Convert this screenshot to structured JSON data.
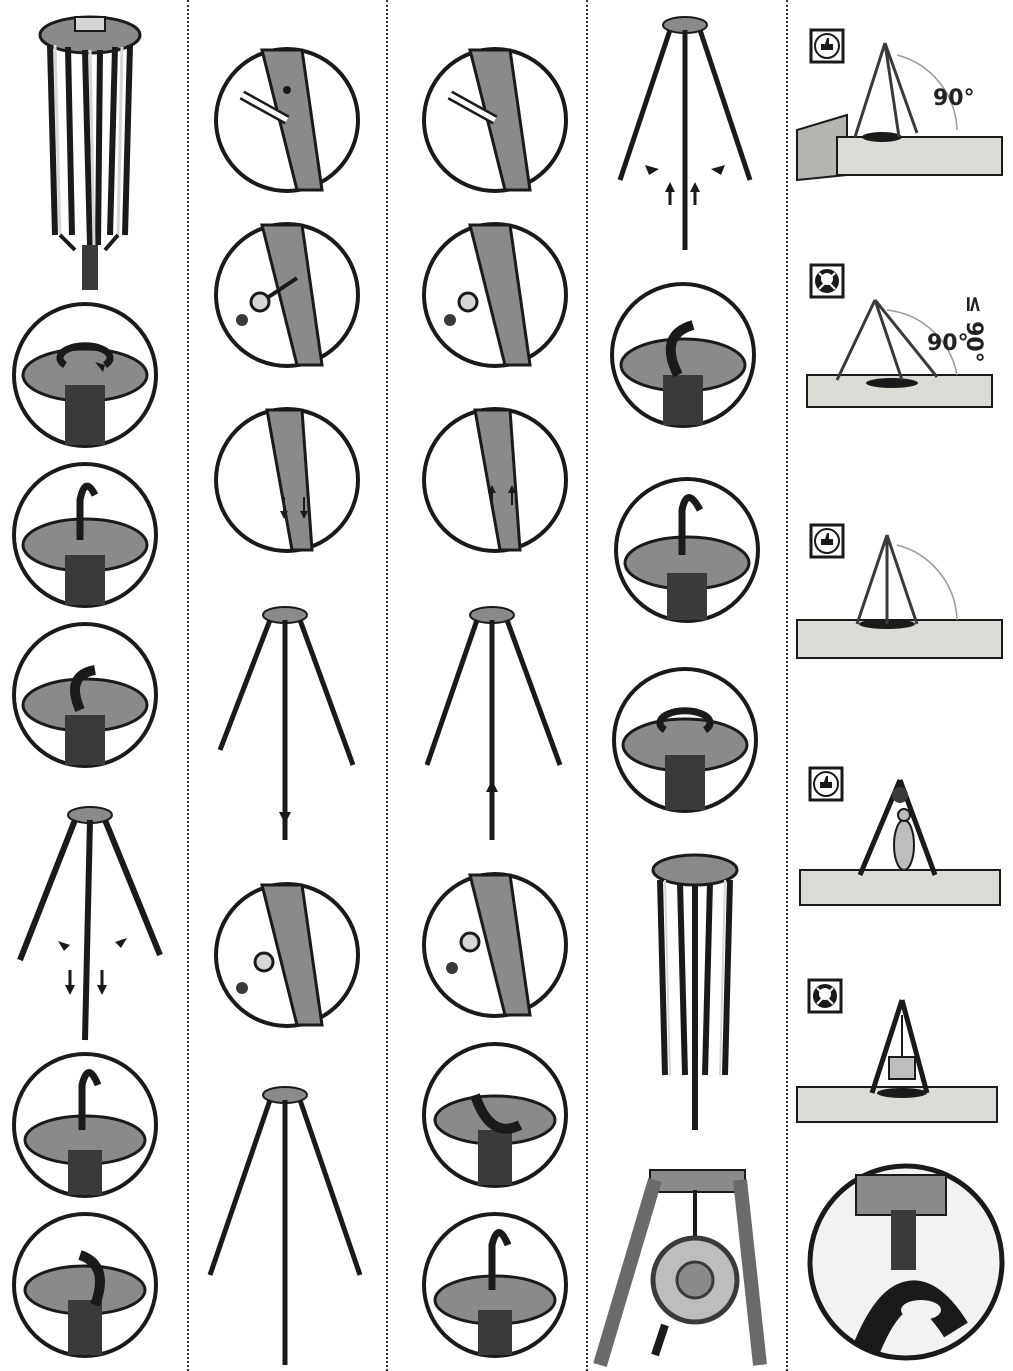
{
  "colors": {
    "line": "#1a1a1a",
    "metal_dark": "#3a3a3a",
    "metal_mid": "#8a8a8a",
    "metal_light": "#d6d6d6",
    "slab": "#dcdcd6",
    "divider": "#333333"
  },
  "icons": {
    "approved": "thumbs-up-icon",
    "forbidden": "skull-crossbones-icon"
  },
  "labels": {
    "angle_90_top": "90°",
    "angle_le_90": "≤ 90°",
    "angle_90_mid": "90°"
  }
}
